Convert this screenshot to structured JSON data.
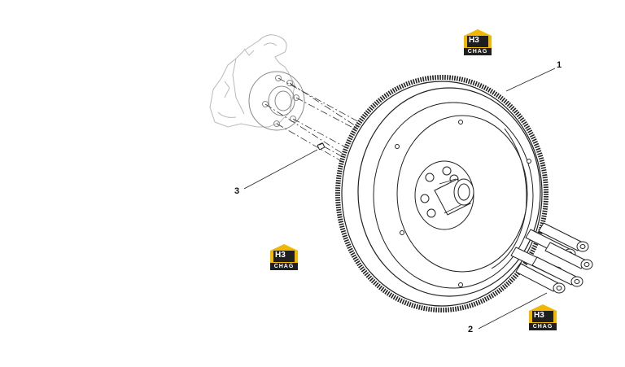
{
  "diagram": {
    "callouts": [
      {
        "id": "1",
        "label": "1"
      },
      {
        "id": "2",
        "label": "2"
      },
      {
        "id": "3",
        "label": "3"
      }
    ]
  },
  "watermark": {
    "mark_text": "H3",
    "brand_text": "CHAG",
    "colors": {
      "yellow": "#f2b705",
      "dark": "#1f1f1f"
    }
  }
}
